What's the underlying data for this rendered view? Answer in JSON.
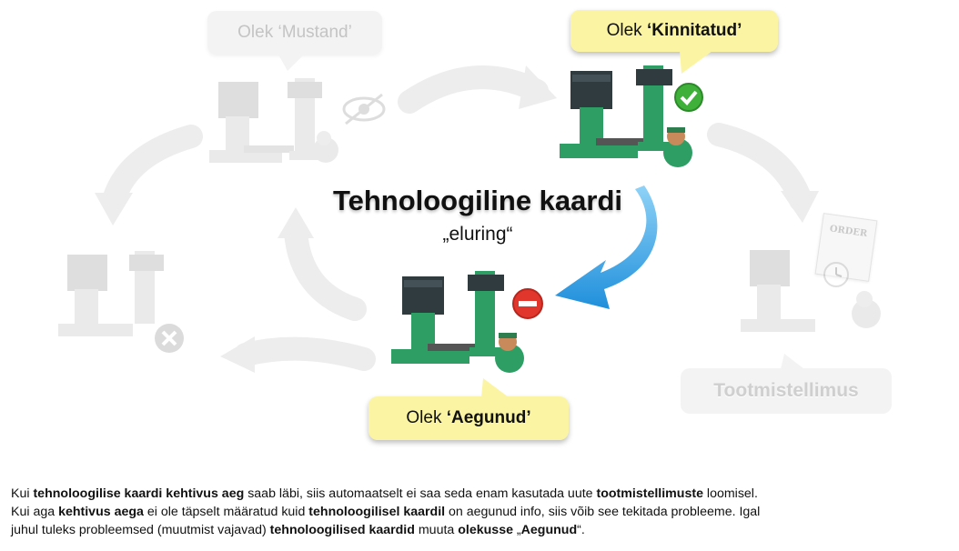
{
  "callouts": {
    "mustand": {
      "prefix": "Olek ",
      "state": "‘Mustand’"
    },
    "kinnitatud": {
      "prefix": "Olek ",
      "state": "‘Kinnitatud’"
    },
    "aegunud": {
      "prefix": "Olek ",
      "state": "‘Aegunud’"
    }
  },
  "center": {
    "title": "Tehnoloogiline kaardi",
    "subtitle": "„eluring“"
  },
  "order_label": "Tootmistellimus",
  "order_doc_text": "ORDER",
  "status_icons": {
    "kinnitatud": "check-icon",
    "aegunud": "minus-icon",
    "suletud": "x-icon",
    "mustand": "eye-slash-icon"
  },
  "paragraph": {
    "l1_a": "Kui ",
    "l1_b": "tehnoloogilise kaardi kehtivus aeg",
    "l1_c": " saab läbi, siis automaatselt ei saa seda enam kasutada uute ",
    "l1_d": "tootmistellimuste",
    "l1_e": " loomisel.",
    "l2_a": "Kui aga ",
    "l2_b": "kehtivus aega",
    "l2_c": " ei ole täpselt määratud kuid ",
    "l2_d": "tehnoloogilisel kaardil",
    "l2_e": " on aegunud info, siis võib see tekitada probleeme. Igal",
    "l3_a": "juhul tuleks probleemsed (muutmist vajavad) ",
    "l3_b": "tehnoloogilised kaardid",
    "l3_c": " muuta ",
    "l3_d": "olekusse",
    "l3_e": " „",
    "l3_f": "Aegunud",
    "l3_g": "“."
  },
  "colors": {
    "machine_green": "#2e9e64",
    "machine_dark": "#2f3b3f",
    "callout_yellow": "#fbf5a3",
    "arrow_blue": "#2e9be0",
    "check_green": "#3fb13a",
    "minus_red": "#e0362b"
  }
}
